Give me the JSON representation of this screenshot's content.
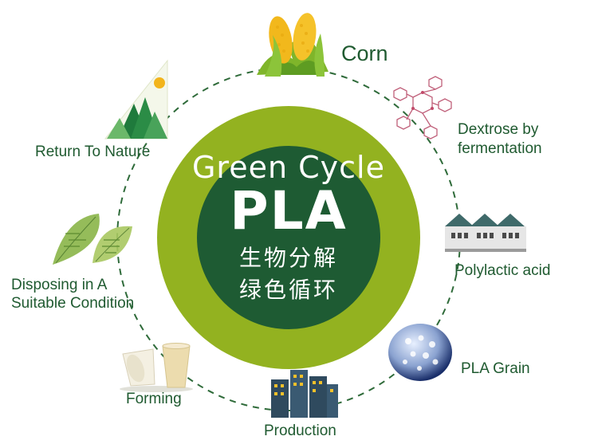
{
  "center": {
    "title": "Green Cycle",
    "acronym": "PLA",
    "line_cn_1": "生物分解",
    "line_cn_2": "绿色循环"
  },
  "steps": {
    "corn": "Corn",
    "dextrose": [
      "Dextrose by",
      "fermentation"
    ],
    "polylactic": "Polylactic acid",
    "grain": "PLA Grain",
    "production": "Production",
    "forming": "Forming",
    "disposing": [
      "Disposing in A",
      "Suitable Condition"
    ],
    "return": "Return To Nature"
  },
  "icons": {
    "corn": "corn-icon",
    "dextrose": "molecule-icon",
    "polylactic": "factory-icon",
    "grain": "pellets-icon",
    "production": "buildings-icon",
    "forming": "cups-icon",
    "disposing": "leaf-icon",
    "return": "mountain-icon"
  },
  "colors": {
    "outer_ring": "#93b220",
    "inner_circle": "#1e5b33",
    "text": "#1f5a30",
    "dash": "#2f6b3a"
  }
}
